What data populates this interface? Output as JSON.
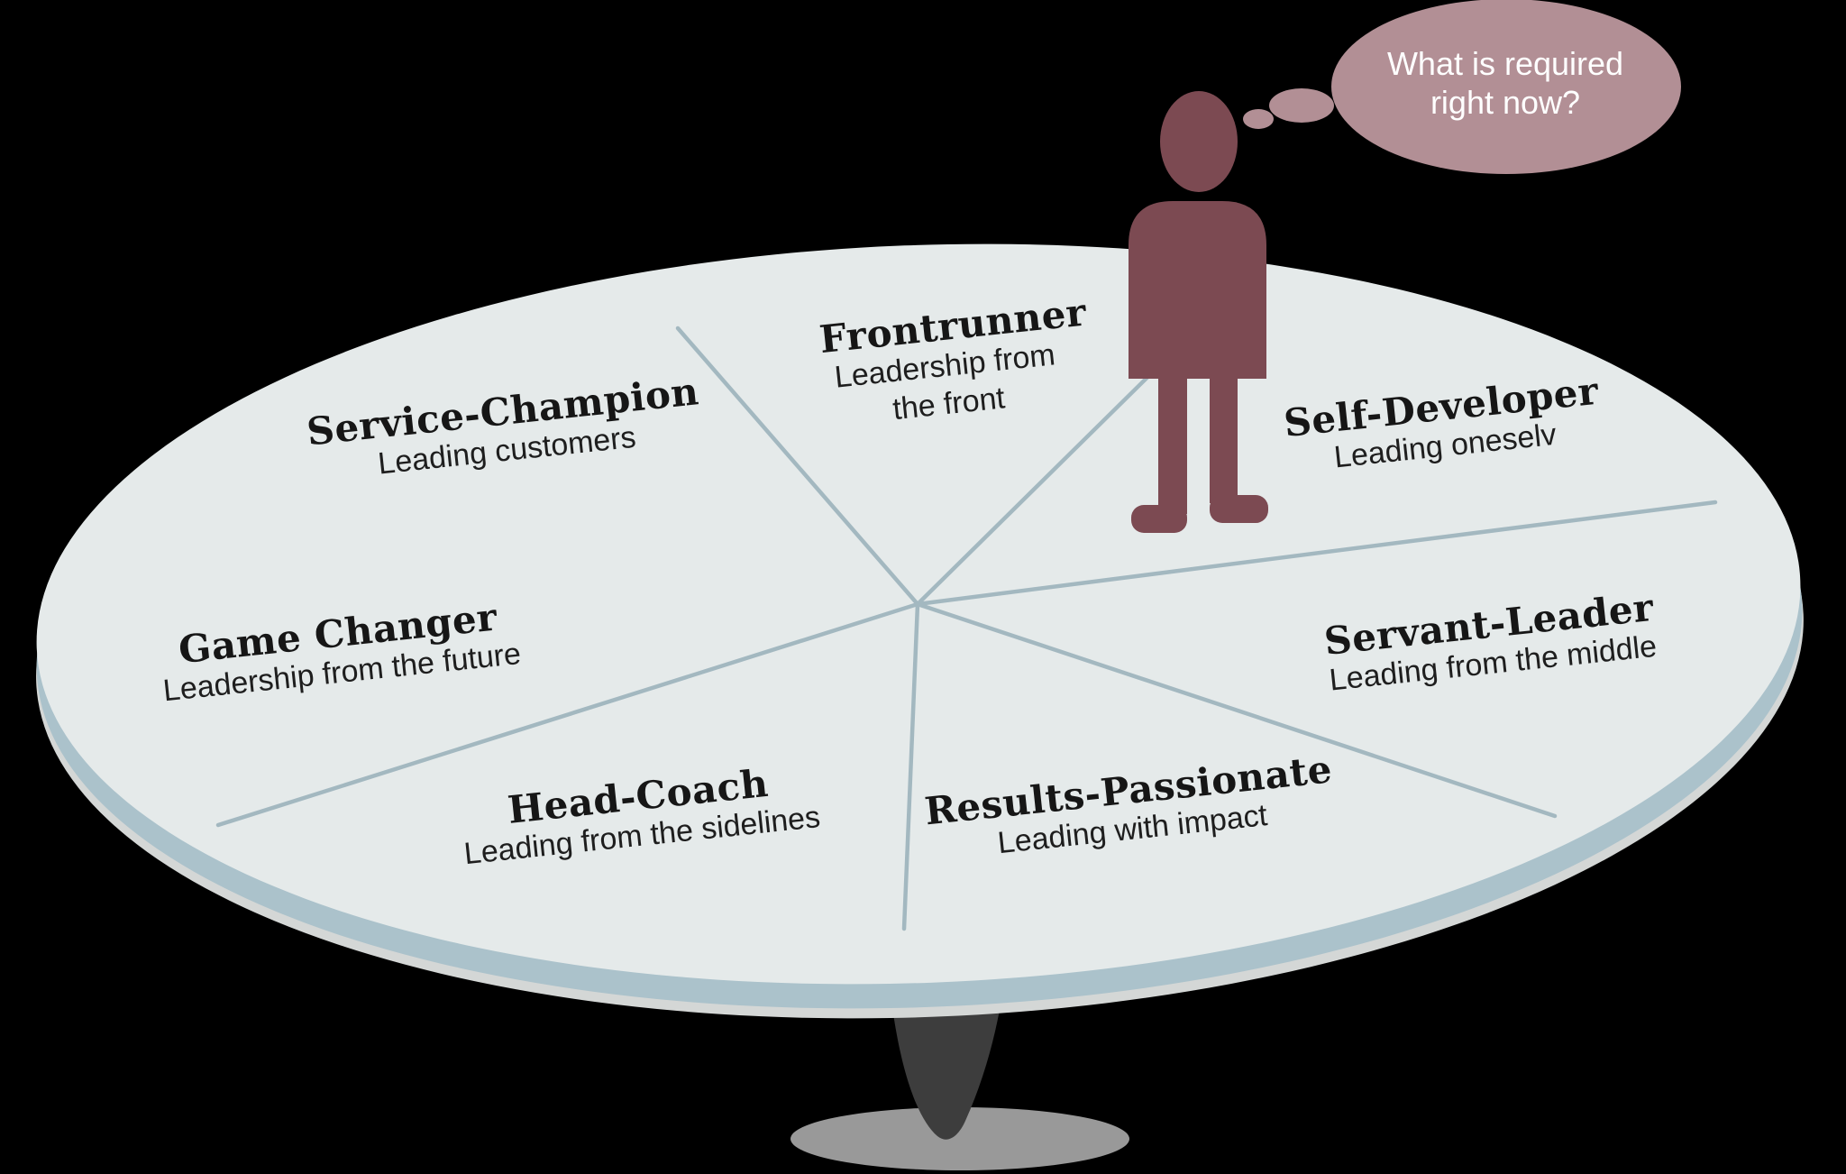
{
  "scene": {
    "title": "Leadership roles round table diagram",
    "background_color": "#000000"
  },
  "colors": {
    "table_surface": "#e5eaea",
    "table_rim": "#abc2cb",
    "table_under_shadow": "#d4d7d6",
    "divider_line": "#a3b8c0",
    "pedestal": "#3d3d3d",
    "ground_shadow": "#999999",
    "person": "#7c4a52",
    "bubble": "#b28f95",
    "bubble_text": "#ffffff"
  },
  "thought_bubble": {
    "line1": "What is required",
    "line2": "right now?"
  },
  "segments": [
    {
      "title": "Frontrunner",
      "subtitle": "Leadership from the front"
    },
    {
      "title": "Self-Developer",
      "subtitle": "Leading oneselv"
    },
    {
      "title": "Servant-Leader",
      "subtitle": "Leading from the middle"
    },
    {
      "title": "Results-Passionate",
      "subtitle": "Leading with impact"
    },
    {
      "title": "Head-Coach",
      "subtitle": "Leading from the sidelines"
    },
    {
      "title": "Game Changer",
      "subtitle": "Leadership from the future"
    },
    {
      "title": "Service-Champion",
      "subtitle": "Leading customers"
    }
  ]
}
